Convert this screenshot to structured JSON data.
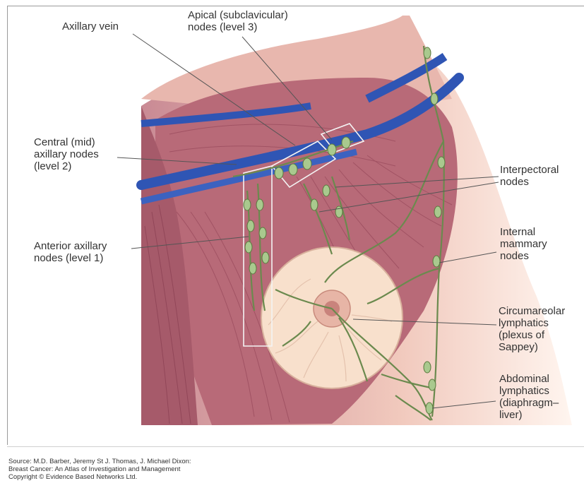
{
  "labels": {
    "axillary_vein": "Axillary vein",
    "apical_nodes": "Apical (subclavicular)\nnodes (level 3)",
    "central_nodes": "Central (mid)\naxillary nodes\n(level 2)",
    "interpectoral_nodes": "Interpectoral\nnodes",
    "anterior_axillary_nodes": "Anterior axillary\nnodes (level 1)",
    "internal_mammary_nodes": "Internal\nmammary\nnodes",
    "circumareolar_lymphatics": "Circumareolar\nlymphatics\n(plexus of\nSappey)",
    "abdominal_lymphatics": "Abdominal\nlymphatics\n(diaphragm–\nliver)"
  },
  "source_text": "Source: M.D. Barber, Jeremy St J. Thomas, J. Michael Dixon:\nBreast Cancer: An Atlas of Investigation and Management\nCopyright © Evidence Based Networks Ltd.",
  "colors": {
    "muscle": "#b86a78",
    "muscle_dark": "#8e3f52",
    "skin": "#f6d9c6",
    "breast": "#f8e0cc",
    "vein": "#2f55b4",
    "lymphatic": "#6b8a4e",
    "node": "#a9c98e"
  }
}
